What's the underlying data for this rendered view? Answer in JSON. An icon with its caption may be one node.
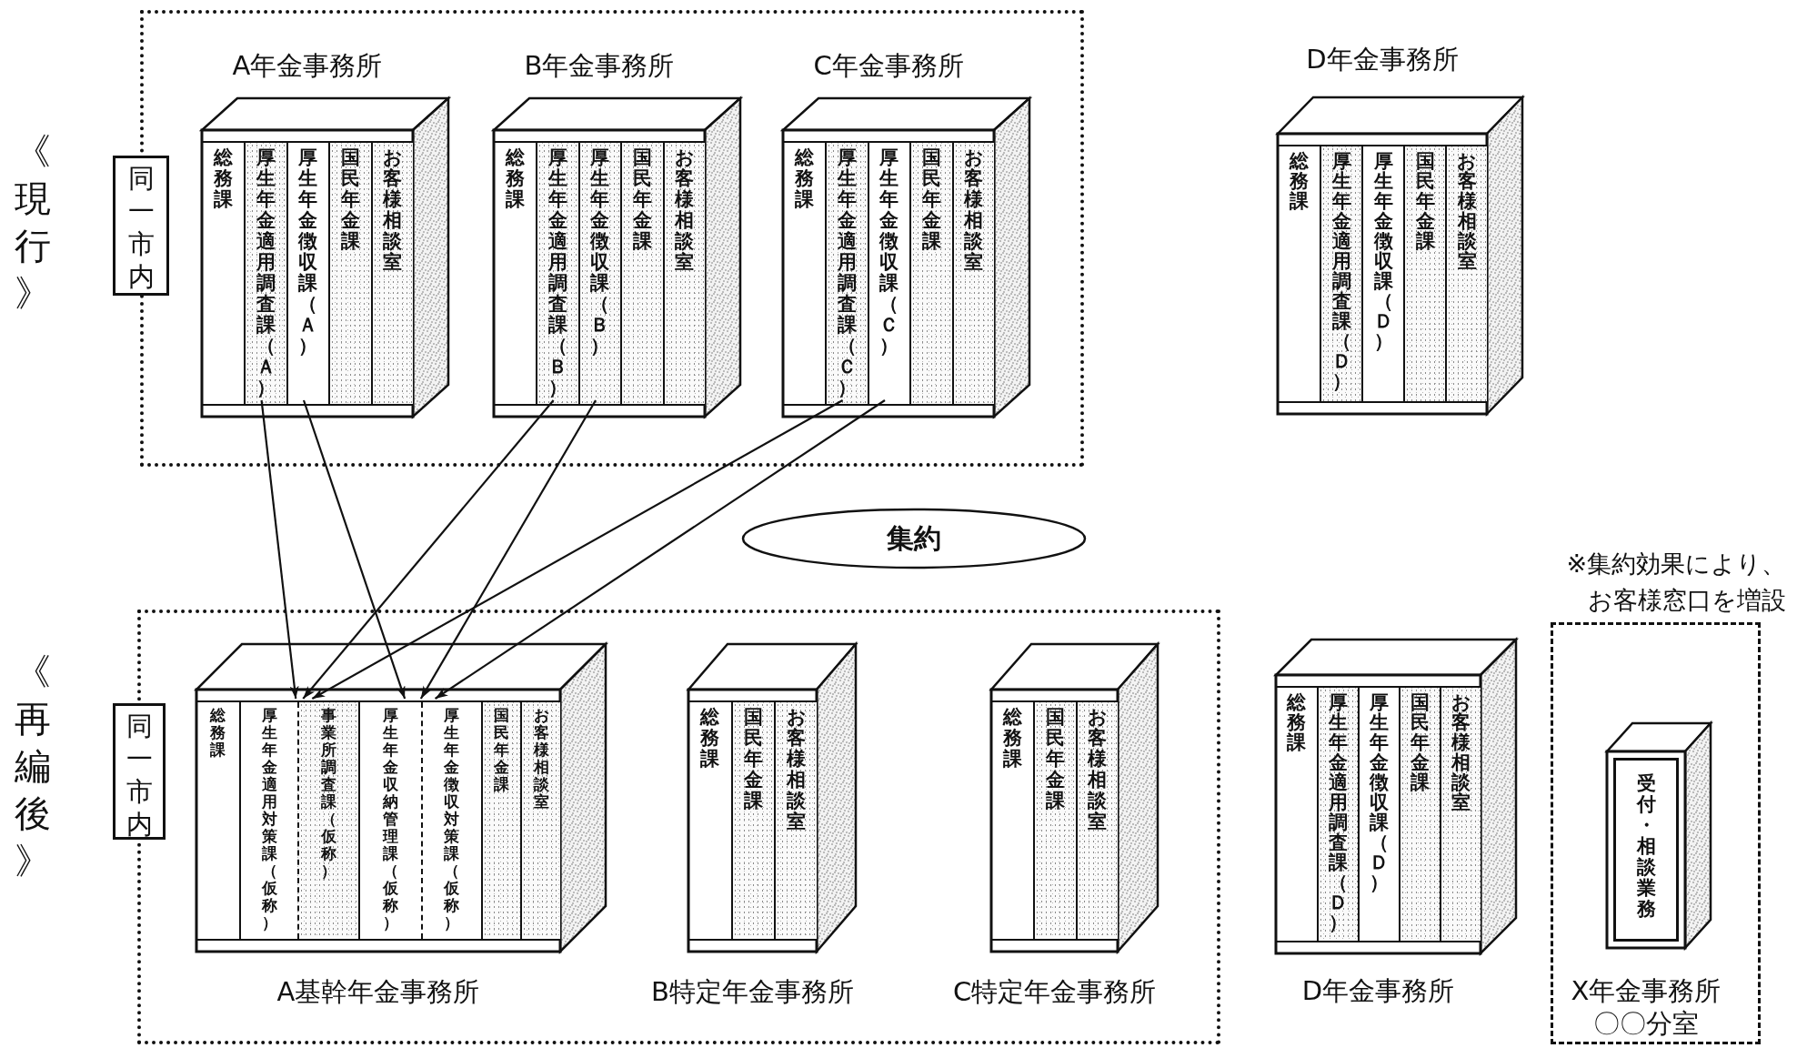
{
  "diagram": {
    "nodes": [
      {
        "text": [],
        "shape": "box"
      },
      {
        "text": [
          "同一市内"
        ]
      },
      {
        "text": [
          "A年金事務所"
        ],
        "in": 0
      },
      {
        "text": [
          "総務課"
        ],
        "in": 2
      },
      {
        "text": [
          "厚生年金適用調査課（Ａ）"
        ],
        "in": 2
      },
      {
        "text": [
          "厚生年金徴収課（Ａ）"
        ],
        "in": 2
      },
      {
        "text": [
          "国民年金課"
        ],
        "in": 2
      },
      {
        "text": [
          "お客様相談室"
        ],
        "in": 2
      },
      {
        "text": [
          "B年金事務所"
        ],
        "in": 0
      },
      {
        "text": [
          "総務課"
        ],
        "in": 8
      },
      {
        "text": [
          "厚生年金適用調査課（Ｂ）"
        ],
        "in": 8
      },
      {
        "text": [
          "厚生年金徴収課（Ｂ）"
        ],
        "in": 8
      },
      {
        "text": [
          "国民年金課"
        ],
        "in": 8
      },
      {
        "text": [
          "お客様相談室"
        ],
        "in": 8
      },
      {
        "text": [
          "C年金事務所"
        ],
        "in": 0
      },
      {
        "text": [
          "総務課"
        ],
        "in": 14
      },
      {
        "text": [
          "厚生年金適用調査課（Ｃ）"
        ],
        "in": 14
      },
      {
        "text": [
          "厚生年金徴収課（Ｃ）"
        ],
        "in": 14
      },
      {
        "text": [
          "国民年金課"
        ],
        "in": 14
      },
      {
        "text": [
          "お客様相談室"
        ],
        "in": 14
      },
      {
        "text": [
          "D年金事務所"
        ]
      },
      {
        "text": [
          "総務課"
        ],
        "in": 20
      },
      {
        "text": [
          "厚生年金適用調査課（Ｄ）"
        ],
        "in": 20
      },
      {
        "text": [
          "厚生年金徴収課（Ｄ）"
        ],
        "in": 20
      },
      {
        "text": [
          "国民年金課"
        ],
        "in": 20
      },
      {
        "text": [
          "お客様相談室"
        ],
        "in": 20
      },
      {
        "text": [
          "集約"
        ]
      },
      {
        "text": [],
        "shape": "box"
      },
      {
        "text": [
          "同一市内"
        ]
      },
      {
        "text": [
          "A基幹年金事務所"
        ],
        "in": 27
      },
      {
        "text": [
          "総務課"
        ],
        "in": 29
      },
      {
        "text": [
          "厚生年金適用対策課（仮称）"
        ],
        "in": 29
      },
      {
        "text": [
          "事業所調査課（仮称）"
        ],
        "in": 29
      },
      {
        "text": [
          "厚生年金収納管理課（仮称）"
        ],
        "in": 29
      },
      {
        "text": [
          "厚生年金徴収対策課（仮称）"
        ],
        "in": 29
      },
      {
        "text": [
          "国民年金課"
        ],
        "in": 29
      },
      {
        "text": [
          "お客様相談室"
        ],
        "in": 29
      },
      {
        "text": [
          "B特定年金事務所"
        ],
        "in": 27
      },
      {
        "text": [
          "総務課"
        ],
        "in": 37
      },
      {
        "text": [
          "国民年金課"
        ],
        "in": 37
      },
      {
        "text": [
          "お客様相談室"
        ],
        "in": 37
      },
      {
        "text": [
          "C特定年金事務所"
        ],
        "in": 27
      },
      {
        "text": [
          "総務課"
        ],
        "in": 41
      },
      {
        "text": [
          "国民年金課"
        ],
        "in": 41
      },
      {
        "text": [
          "お客様相談室"
        ],
        "in": 41
      },
      {
        "text": [
          "D年金事務所"
        ]
      },
      {
        "text": [
          "総務課"
        ],
        "in": 45
      },
      {
        "text": [
          "厚生年金適用調査課（Ｄ）"
        ],
        "in": 45
      },
      {
        "text": [
          "厚生年金徴収課（Ｄ）"
        ],
        "in": 45
      },
      {
        "text": [
          "国民年金課"
        ],
        "in": 45
      },
      {
        "text": [
          "お客様相談室"
        ],
        "in": 45
      },
      {
        "text": [],
        "shape": "box"
      },
      {
        "text": [
          "X年金事務所〇〇分室"
        ],
        "in": 51
      },
      {
        "text": [
          "受付・相談業務"
        ],
        "in": 52
      }
    ],
    "edges": [
      {
        "from": 4,
        "to": 32,
        "arrow": "to"
      },
      {
        "from": 5,
        "to": 33,
        "arrow": "to"
      },
      {
        "from": 10,
        "to": 32,
        "arrow": "to"
      },
      {
        "from": 11,
        "to": 34,
        "arrow": "to"
      },
      {
        "from": 16,
        "to": 32,
        "arrow": "to"
      },
      {
        "from": 17,
        "to": 34,
        "arrow": "to"
      }
    ],
    "labels": [
      "《現行》",
      "《再編後》",
      "※集約効果により、お客様窓口を増設"
    ]
  }
}
